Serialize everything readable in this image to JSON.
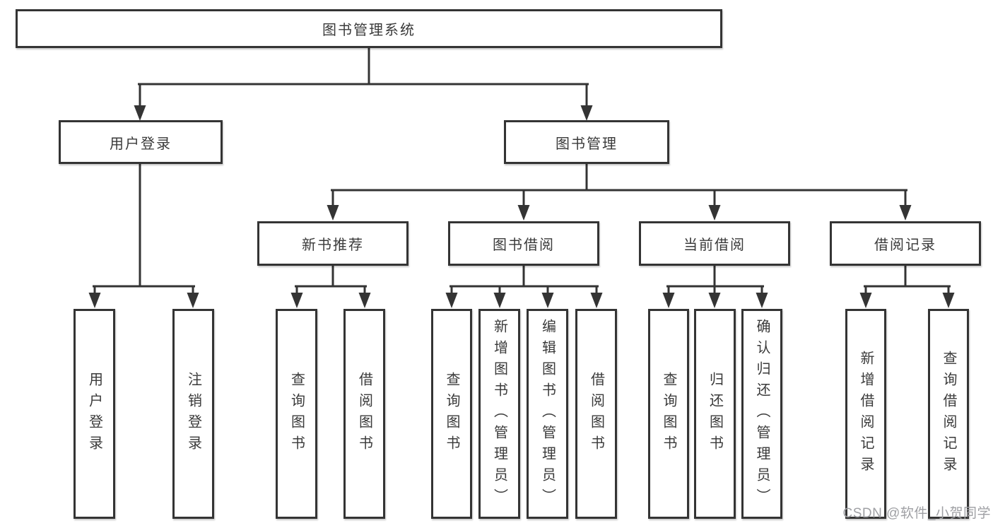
{
  "colors": {
    "background": "#ffffff",
    "box_border": "#343434",
    "connector_line": "#343434",
    "text": "#3a3a3a",
    "watermark": "#9fa0a4"
  },
  "diagram": {
    "root": {
      "label": "图书管理系统"
    },
    "branches": [
      {
        "label": "用户登录",
        "children": [
          {
            "label": "用户登录"
          },
          {
            "label": "注销登录"
          }
        ]
      },
      {
        "label": "图书管理",
        "children": [
          {
            "label": "新书推荐",
            "children": [
              {
                "label": "查询图书"
              },
              {
                "label": "借阅图书"
              }
            ]
          },
          {
            "label": "图书借阅",
            "children": [
              {
                "label": "查询图书"
              },
              {
                "label": "新增图书（管理员）"
              },
              {
                "label": "编辑图书（管理员）"
              },
              {
                "label": "借阅图书"
              }
            ]
          },
          {
            "label": "当前借阅",
            "children": [
              {
                "label": "查询图书"
              },
              {
                "label": "归还图书"
              },
              {
                "label": "确认归还（管理员）"
              }
            ]
          },
          {
            "label": "借阅记录",
            "children": [
              {
                "label": "新增借阅记录"
              },
              {
                "label": "查询借阅记录"
              }
            ]
          }
        ]
      }
    ]
  },
  "watermark": {
    "text": "CSDN @软件_小贺同学"
  }
}
